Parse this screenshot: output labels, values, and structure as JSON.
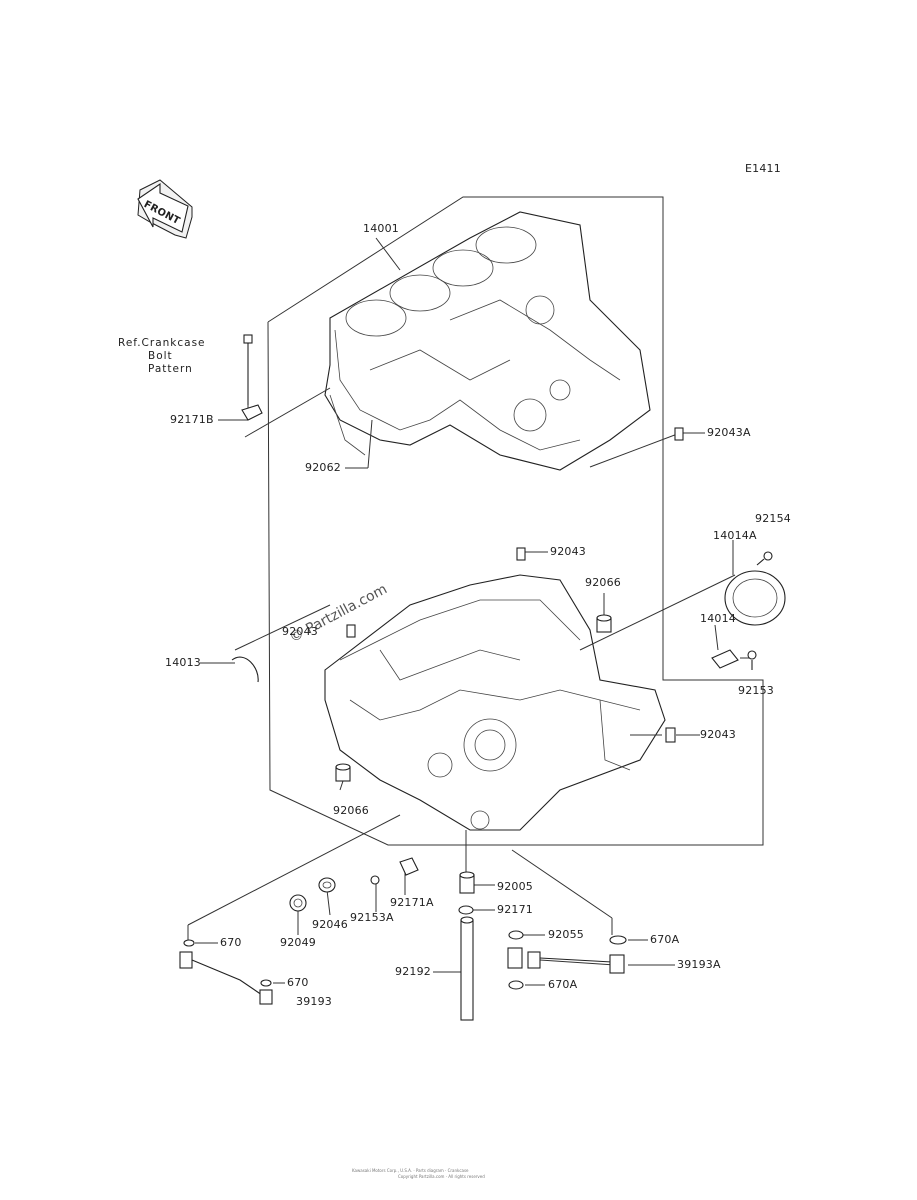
{
  "diagram_id": "E1411",
  "front_label": "FRONT",
  "watermark": "© Partzilla.com",
  "ref_note": {
    "line1": "Ref.Crankcase",
    "line2": "Bolt",
    "line3": "Pattern"
  },
  "callouts": {
    "c14001": "14001",
    "c92171B": "92171B",
    "c92062": "92062",
    "c92043A": "92043A",
    "c92154": "92154",
    "c14014A": "14014A",
    "c92043_top": "92043",
    "c92066_top": "92066",
    "c92043_left": "92043",
    "c14014": "14014",
    "c92153": "92153",
    "c14013": "14013",
    "c92043_right": "92043",
    "c92066_bot": "92066",
    "c92005": "92005",
    "c92171A": "92171A",
    "c92046": "92046",
    "c92153A": "92153A",
    "c92171": "92171",
    "c92049": "92049",
    "c670_a": "670",
    "c92055": "92055",
    "c670A_a": "670A",
    "c92192": "92192",
    "c39193A": "39193A",
    "c670_b": "670",
    "c670A_b": "670A",
    "c39193": "39193"
  },
  "footer": {
    "line1": "Kawasaki Motors Corp., U.S.A. · Parts diagram · Crankcase",
    "line2": "Copyright Partzilla.com · All rights reserved"
  }
}
